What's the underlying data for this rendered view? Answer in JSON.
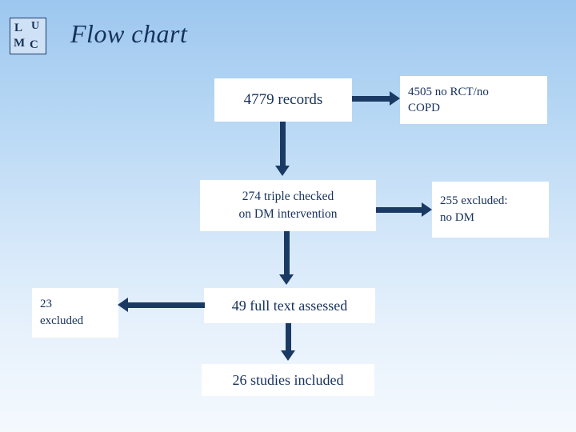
{
  "slide": {
    "title": "Flow chart",
    "logo": {
      "l1": "L",
      "l2": "U",
      "l3": "M",
      "l4": "C"
    },
    "background_top": "#9dc7ef",
    "background_bottom": "#f4f9fe",
    "accent_color": "#16315c",
    "arrow_color": "#1b3a63"
  },
  "nodes": {
    "records": {
      "line1": "4779 records"
    },
    "no_rct": {
      "line1": "4505 no RCT/no",
      "line2": "COPD"
    },
    "triple_checked": {
      "line1": "274 triple checked",
      "line2": "on DM intervention"
    },
    "no_dm": {
      "line1": "255 excluded:",
      "line2": "no DM"
    },
    "full_text": {
      "line1": "49 full text assessed"
    },
    "excluded_23": {
      "line1": "23",
      "line2": "excluded"
    },
    "included": {
      "line1": "26 studies included"
    }
  },
  "arrows": [
    {
      "name": "records-to-no-rct",
      "direction": "right"
    },
    {
      "name": "records-to-triple-checked",
      "direction": "down"
    },
    {
      "name": "triple-checked-to-no-dm",
      "direction": "right"
    },
    {
      "name": "triple-checked-to-full-text",
      "direction": "down"
    },
    {
      "name": "full-text-to-excluded-23",
      "direction": "left"
    },
    {
      "name": "full-text-to-included",
      "direction": "down"
    }
  ]
}
